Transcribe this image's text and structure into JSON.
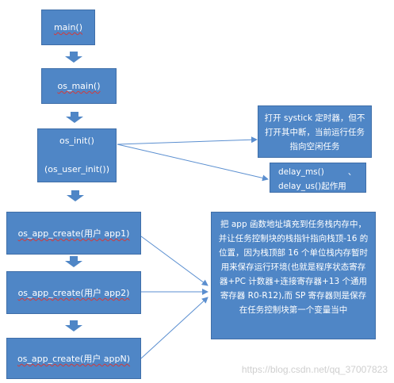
{
  "nodes": {
    "main": "main()",
    "os_main": "os_main()",
    "os_init_line1": "os_init()",
    "os_init_line2": "(os_user_init())",
    "app_create_1": "os_app_create(用户 app1)",
    "app_create_2": "os_app_create(用户 app2)",
    "app_create_n": "os_app_create(用户 appN)"
  },
  "notes": {
    "systick": "打开 systick 定时器，但不打开其中断，当前运行任务指向空闲任务",
    "delay_line1": "delay_ms()         、",
    "delay_line2": "delay_us()起作用",
    "stack": "把 app 函数地址填充到任务栈内存中，并让任务控制块的栈指针指向栈顶-16 的位置，因为栈顶部 16 个单位栈内存暂时用来保存运行环境(也就是程序状态寄存器+PC 计数器+连接寄存器+13 个通用寄存器 R0-R12),而 SP 寄存器则是保存在任务控制块第一个变量当中"
  },
  "watermark": "https://blog.csdn.net/qq_37007823",
  "colors": {
    "box_fill": "#4f86c6",
    "box_border": "#3f6ea8",
    "arrow": "#4f86c6",
    "connector": "#5b8fd0",
    "text": "#ffffff"
  }
}
